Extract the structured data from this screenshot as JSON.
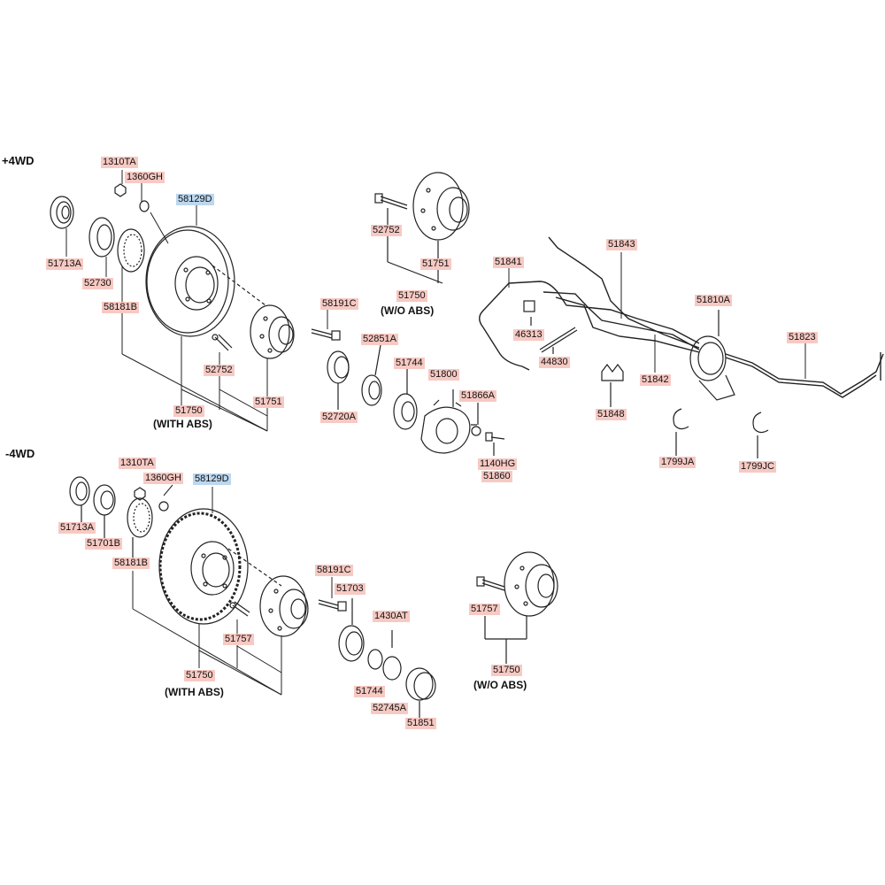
{
  "sections": {
    "four_wd": "+4WD",
    "two_wd": "-4WD"
  },
  "captions": {
    "with_abs_top": "(WITH ABS)",
    "wo_abs_top": "(W/O ABS)",
    "with_abs_bottom": "(WITH ABS)",
    "wo_abs_bottom": "(W/O ABS)"
  },
  "parts": {
    "p1310TA_a": "1310TA",
    "p1360GH_a": "1360GH",
    "p58129D_a": "58129D",
    "p51713A_a": "51713A",
    "p52730": "52730",
    "p58181B_a": "58181B",
    "p52752_a": "52752",
    "p58191C_a": "58191C",
    "p51751_a": "51751",
    "p51750_a": "51750",
    "p52752_b": "52752",
    "p51751_b": "51751",
    "p51750_b": "51750",
    "p52851A": "52851A",
    "p52720A": "52720A",
    "p51744_a": "51744",
    "p51800": "51800",
    "p51866A": "51866A",
    "p1140HG": "1140HG",
    "p51860": "51860",
    "p51841": "51841",
    "p51843": "51843",
    "p51810A": "51810A",
    "p46313": "46313",
    "p44830": "44830",
    "p51842": "51842",
    "p51823": "51823",
    "p51848": "51848",
    "p1799JA": "1799JA",
    "p1799JC": "1799JC",
    "p1310TA_b": "1310TA",
    "p1360GH_b": "1360GH",
    "p58129D_b": "58129D",
    "p51713A_b": "51713A",
    "p51701B": "51701B",
    "p58181B_b": "58181B",
    "p58191C_b": "58191C",
    "p51703": "51703",
    "p51757_a": "51757",
    "p1430AT": "1430AT",
    "p51744_b": "51744",
    "p52745A": "52745A",
    "p51851": "51851",
    "p51750_c": "51750",
    "p51757_b": "51757",
    "p51750_d": "51750"
  }
}
